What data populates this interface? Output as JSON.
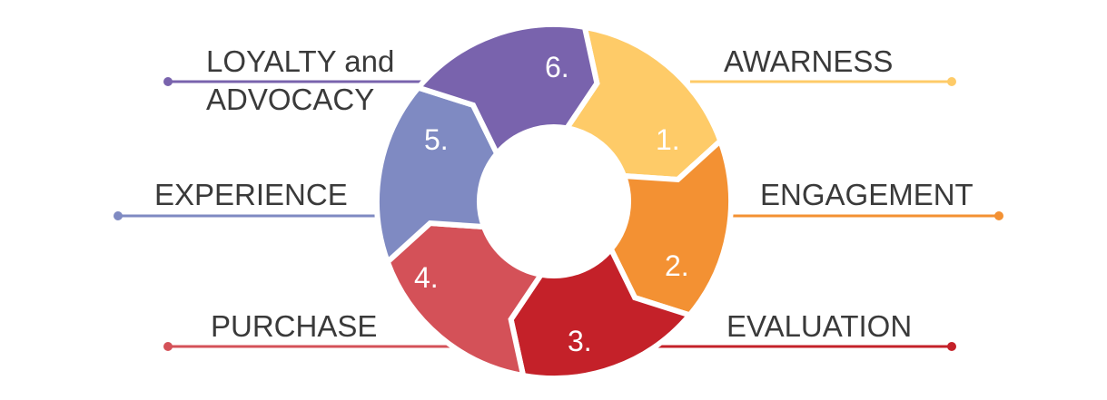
{
  "stages": [
    {
      "number": "1.",
      "label": "AWARNESS",
      "color": "#FECB68"
    },
    {
      "number": "2.",
      "label": "ENGAGEMENT",
      "color": "#F39133"
    },
    {
      "number": "3.",
      "label": "EVALUATION",
      "color": "#C42129"
    },
    {
      "number": "4.",
      "label": "PURCHASE",
      "color": "#D45158"
    },
    {
      "number": "5.",
      "label": "EXPERIENCE",
      "color": "#7F8AC2"
    },
    {
      "number": "6.",
      "label_line1": "LOYALTY and",
      "label_line2": "ADVOCACY",
      "color": "#7963AD"
    }
  ]
}
